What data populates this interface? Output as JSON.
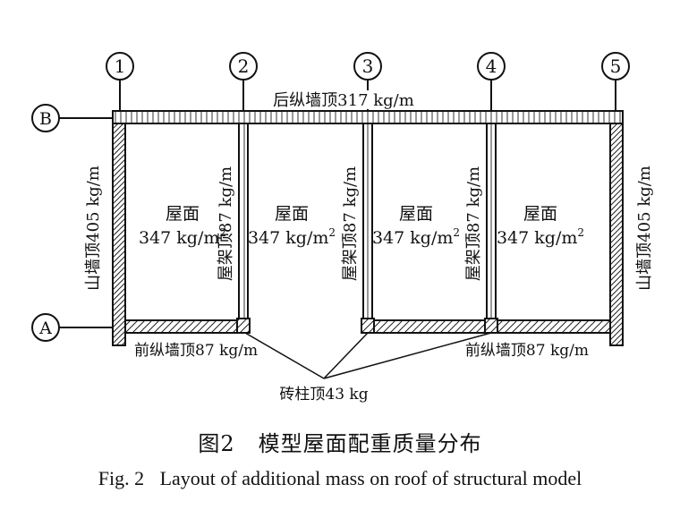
{
  "axes": {
    "columns": [
      "1",
      "2",
      "3",
      "4",
      "5"
    ],
    "rows": [
      "B",
      "A"
    ]
  },
  "labels": {
    "rear_wall": "后纵墙顶317 kg/m",
    "gable_left": "山墙顶405 kg/m",
    "gable_right": "山墙顶405 kg/m",
    "truss_1": "屋架顶87 kg/m",
    "truss_2": "屋架顶87 kg/m",
    "truss_3": "屋架顶87 kg/m",
    "front_wall_left": "前纵墙顶87 kg/m",
    "front_wall_right": "前纵墙顶87 kg/m",
    "brick_column": "砖柱顶43 kg",
    "roof_bays": [
      {
        "title": "屋面",
        "mass": "347 kg/m",
        "exp": "2"
      },
      {
        "title": "屋面",
        "mass": "347 kg/m",
        "exp": "2"
      },
      {
        "title": "屋面",
        "mass": "347 kg/m",
        "exp": "2"
      },
      {
        "title": "屋面",
        "mass": "347 kg/m",
        "exp": "2"
      }
    ]
  },
  "caption": {
    "cn_number": "图2",
    "cn_title": "模型屋面配重质量分布",
    "en_number": "Fig. 2",
    "en_title": "Layout of additional mass on roof of structural model"
  }
}
